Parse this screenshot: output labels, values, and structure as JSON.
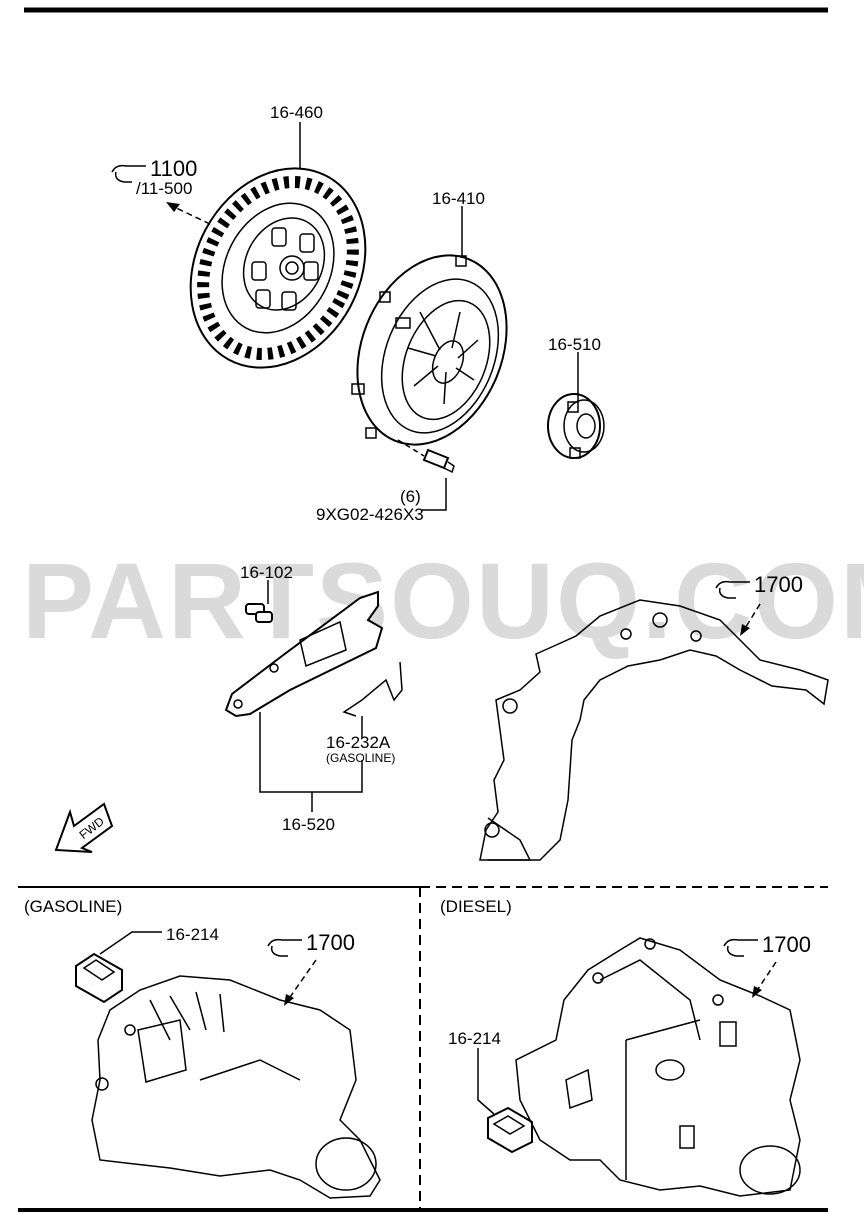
{
  "watermark": "PARTSOUQ.COM",
  "colors": {
    "line": "#000000",
    "watermark": "#bdbdbd",
    "background": "#ffffff"
  },
  "icons": {
    "reference": "pointing-hand-icon",
    "forward": "fwd-arrow-icon"
  },
  "parts": {
    "clutch_disc": "16-460",
    "clutch_cover": "16-410",
    "release_bearing": "16-510",
    "bolt_qty": "(6)",
    "bolt": "9XG02-426X3",
    "pivot": "16-102",
    "spring_clip": "16-232A",
    "spring_clip_note": "(GASOLINE)",
    "release_fork": "16-520",
    "mount_gasoline": "16-214",
    "mount_diesel": "16-214"
  },
  "refs": {
    "top_ref": "1100",
    "top_ref_sub": "/11-500",
    "trans_ref": "1700",
    "gasoline_ref": "1700",
    "diesel_ref": "1700"
  },
  "fwd_label": "FWD",
  "sections": {
    "gasoline": "(GASOLINE)",
    "diesel": "(DIESEL)"
  }
}
